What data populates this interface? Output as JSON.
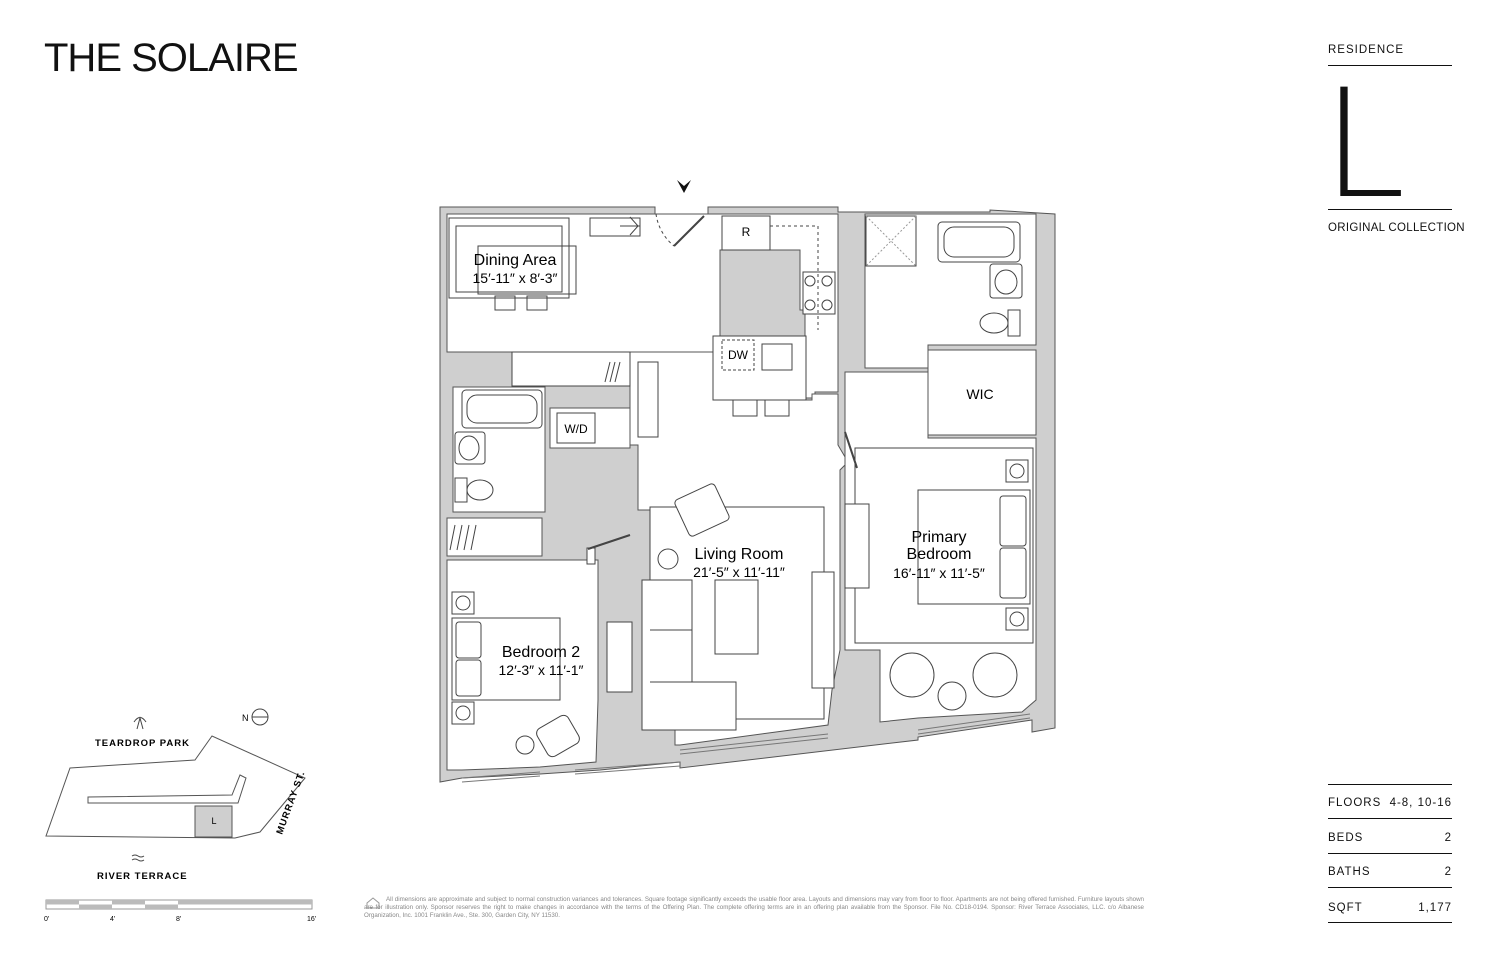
{
  "brand": {
    "name": "THE SOLAIRE"
  },
  "residence": {
    "label": "RESIDENCE",
    "letter": "L",
    "collection": "ORIGINAL COLLECTION"
  },
  "stats": [
    {
      "label": "FLOORS",
      "value": "4-8, 10-16"
    },
    {
      "label": "BEDS",
      "value": "2"
    },
    {
      "label": "BATHS",
      "value": "2"
    },
    {
      "label": "SQFT",
      "value": "1,177"
    }
  ],
  "rooms": {
    "dining": {
      "name": "Dining Area",
      "dims": "15′-11″ x 8′-3″"
    },
    "living": {
      "name": "Living Room",
      "dims": "21′-5″ x 11′-11″"
    },
    "primary": {
      "name1": "Primary",
      "name2": "Bedroom",
      "dims": "16′-11″ x 11′-5″"
    },
    "bedroom2": {
      "name": "Bedroom 2",
      "dims": "12′-3″ x 11′-1″"
    },
    "fixtures": {
      "refrigerator": "R",
      "dishwasher": "DW",
      "washer_dryer": "W/D",
      "closet": "WIC"
    }
  },
  "keyplan": {
    "park": "TEARDROP PARK",
    "terrace": "RIVER TERRACE",
    "street": "MURRAY ST.",
    "north": "N",
    "unit": "L"
  },
  "scale": {
    "ticks": [
      "0'",
      "4'",
      "8'",
      "16'"
    ]
  },
  "disclaimer": "All dimensions are approximate and subject to normal construction variances and tolerances. Square footage significantly exceeds the usable floor area. Layouts and dimensions may vary from floor to floor. Apartments are not being offered furnished. Furniture layouts shown are for illustration only. Sponsor reserves the right to make changes in accordance with the terms of the Offering Plan. The complete offering terms are in an offering plan available from the Sponsor. File No. CD18-0194. Sponsor: River Terrace Associates, LLC. c/o Albanese Organization, Inc. 1001 Franklin Ave., Ste. 300, Garden City, NY 11530."
}
